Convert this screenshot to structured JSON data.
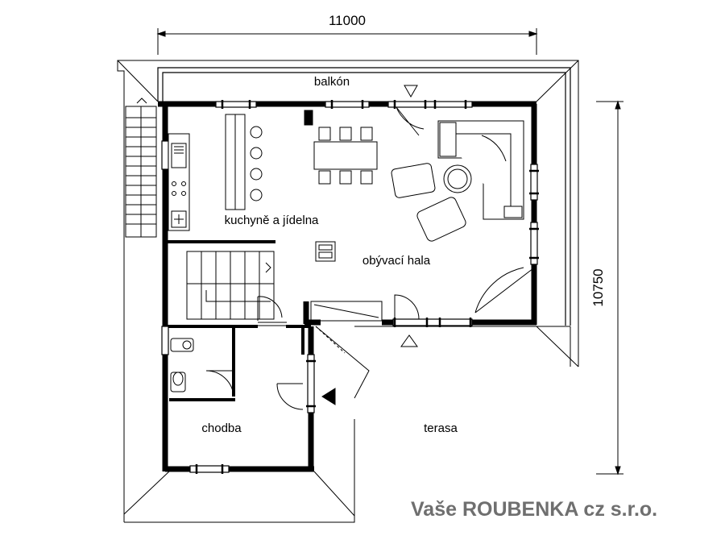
{
  "dimensions": {
    "width": "11000",
    "height": "10750"
  },
  "rooms": {
    "balcony": "balkón",
    "kitchen": "kuchyně a jídelna",
    "living": "obývací hala",
    "corridor": "chodba",
    "terrace": "terasa"
  },
  "watermark": "Vaše ROUBENKA cz s.r.o."
}
